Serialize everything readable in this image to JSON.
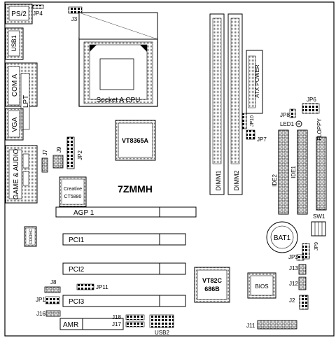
{
  "board": {
    "model": "7ZMMH"
  },
  "labels": {
    "ps2": "PS/2",
    "jp4": "JP4",
    "j3": "J3",
    "usb1": "USB1",
    "com_a": "COM A",
    "lpt": "LPT",
    "vga": "VGA",
    "game_audio": "GAME & AUDIO",
    "j7": "J7",
    "j9": "J9",
    "jp2": "JP2",
    "creative": "Creative",
    "ct5880": "CT5880",
    "codec": "CODEC",
    "socket": "Socket A CPU",
    "northbridge": "VT8365A",
    "dimm1": "DIMM1",
    "dimm2": "DIMM2",
    "atx_power": "ATX POWER",
    "jp10": "JP10",
    "jp7": "JP7",
    "jp8": "JP8",
    "jp6": "JP6",
    "led1": "LED1",
    "ide2": "IDE2",
    "ide1": "IDE1",
    "floppy": "FLOPPY",
    "sw1": "SW1",
    "agp": "AGP 1",
    "pci1": "PCI1",
    "pci2": "PCI2",
    "pci3": "PCI3",
    "bat1": "BAT1",
    "jp9": "JP9",
    "jp3": "JP3",
    "j13": "J13",
    "j12": "J12",
    "j2": "J2",
    "southbridge_1": "VT82C",
    "southbridge_2": "686B",
    "bios": "BIOS",
    "j8": "J8",
    "jp1": "JP1",
    "jp11": "JP11",
    "j16": "J16",
    "amr": "AMR",
    "j18": "J18",
    "j17": "J17",
    "usb2": "USB2",
    "j11": "J11"
  }
}
